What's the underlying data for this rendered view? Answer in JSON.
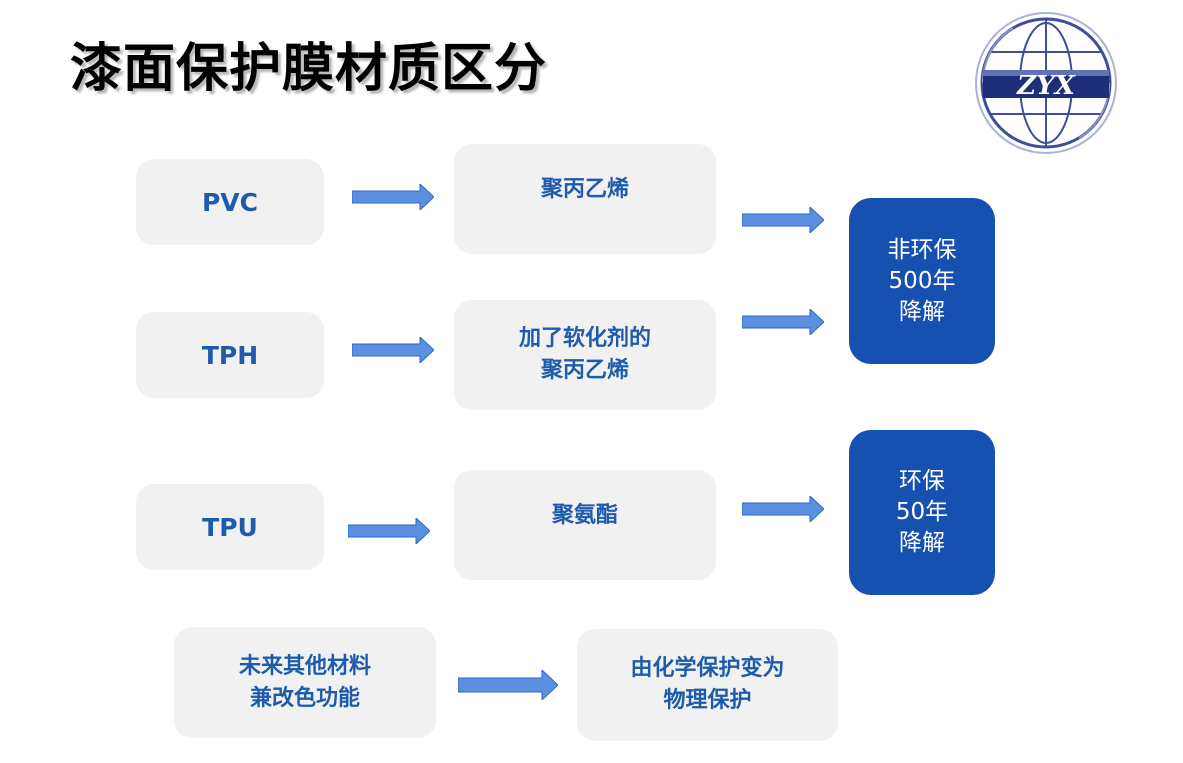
{
  "title": "漆面保护膜材质区分",
  "logo": {
    "text": "ZYX",
    "colors": {
      "ring": "#5a6aa8",
      "band": "#1e2f7a",
      "text": "#ffffff"
    }
  },
  "colors": {
    "box_bg": "#f1f1f1",
    "box_text": "#1f5bab",
    "result_bg": "#1650b0",
    "arrow": "#5b8fe0"
  },
  "rows": [
    {
      "label": "PVC",
      "description": "聚丙乙烯"
    },
    {
      "label": "TPH",
      "description": "加了软化剂的\n聚丙乙烯"
    },
    {
      "label": "TPU",
      "description": "聚氨酯"
    }
  ],
  "results": [
    {
      "text": "非环保\n500年\n降解"
    },
    {
      "text": "环保\n50年\n降解"
    }
  ],
  "future": {
    "left": "未来其他材料\n兼改色功能",
    "right": "由化学保护变为\n物理保护"
  }
}
